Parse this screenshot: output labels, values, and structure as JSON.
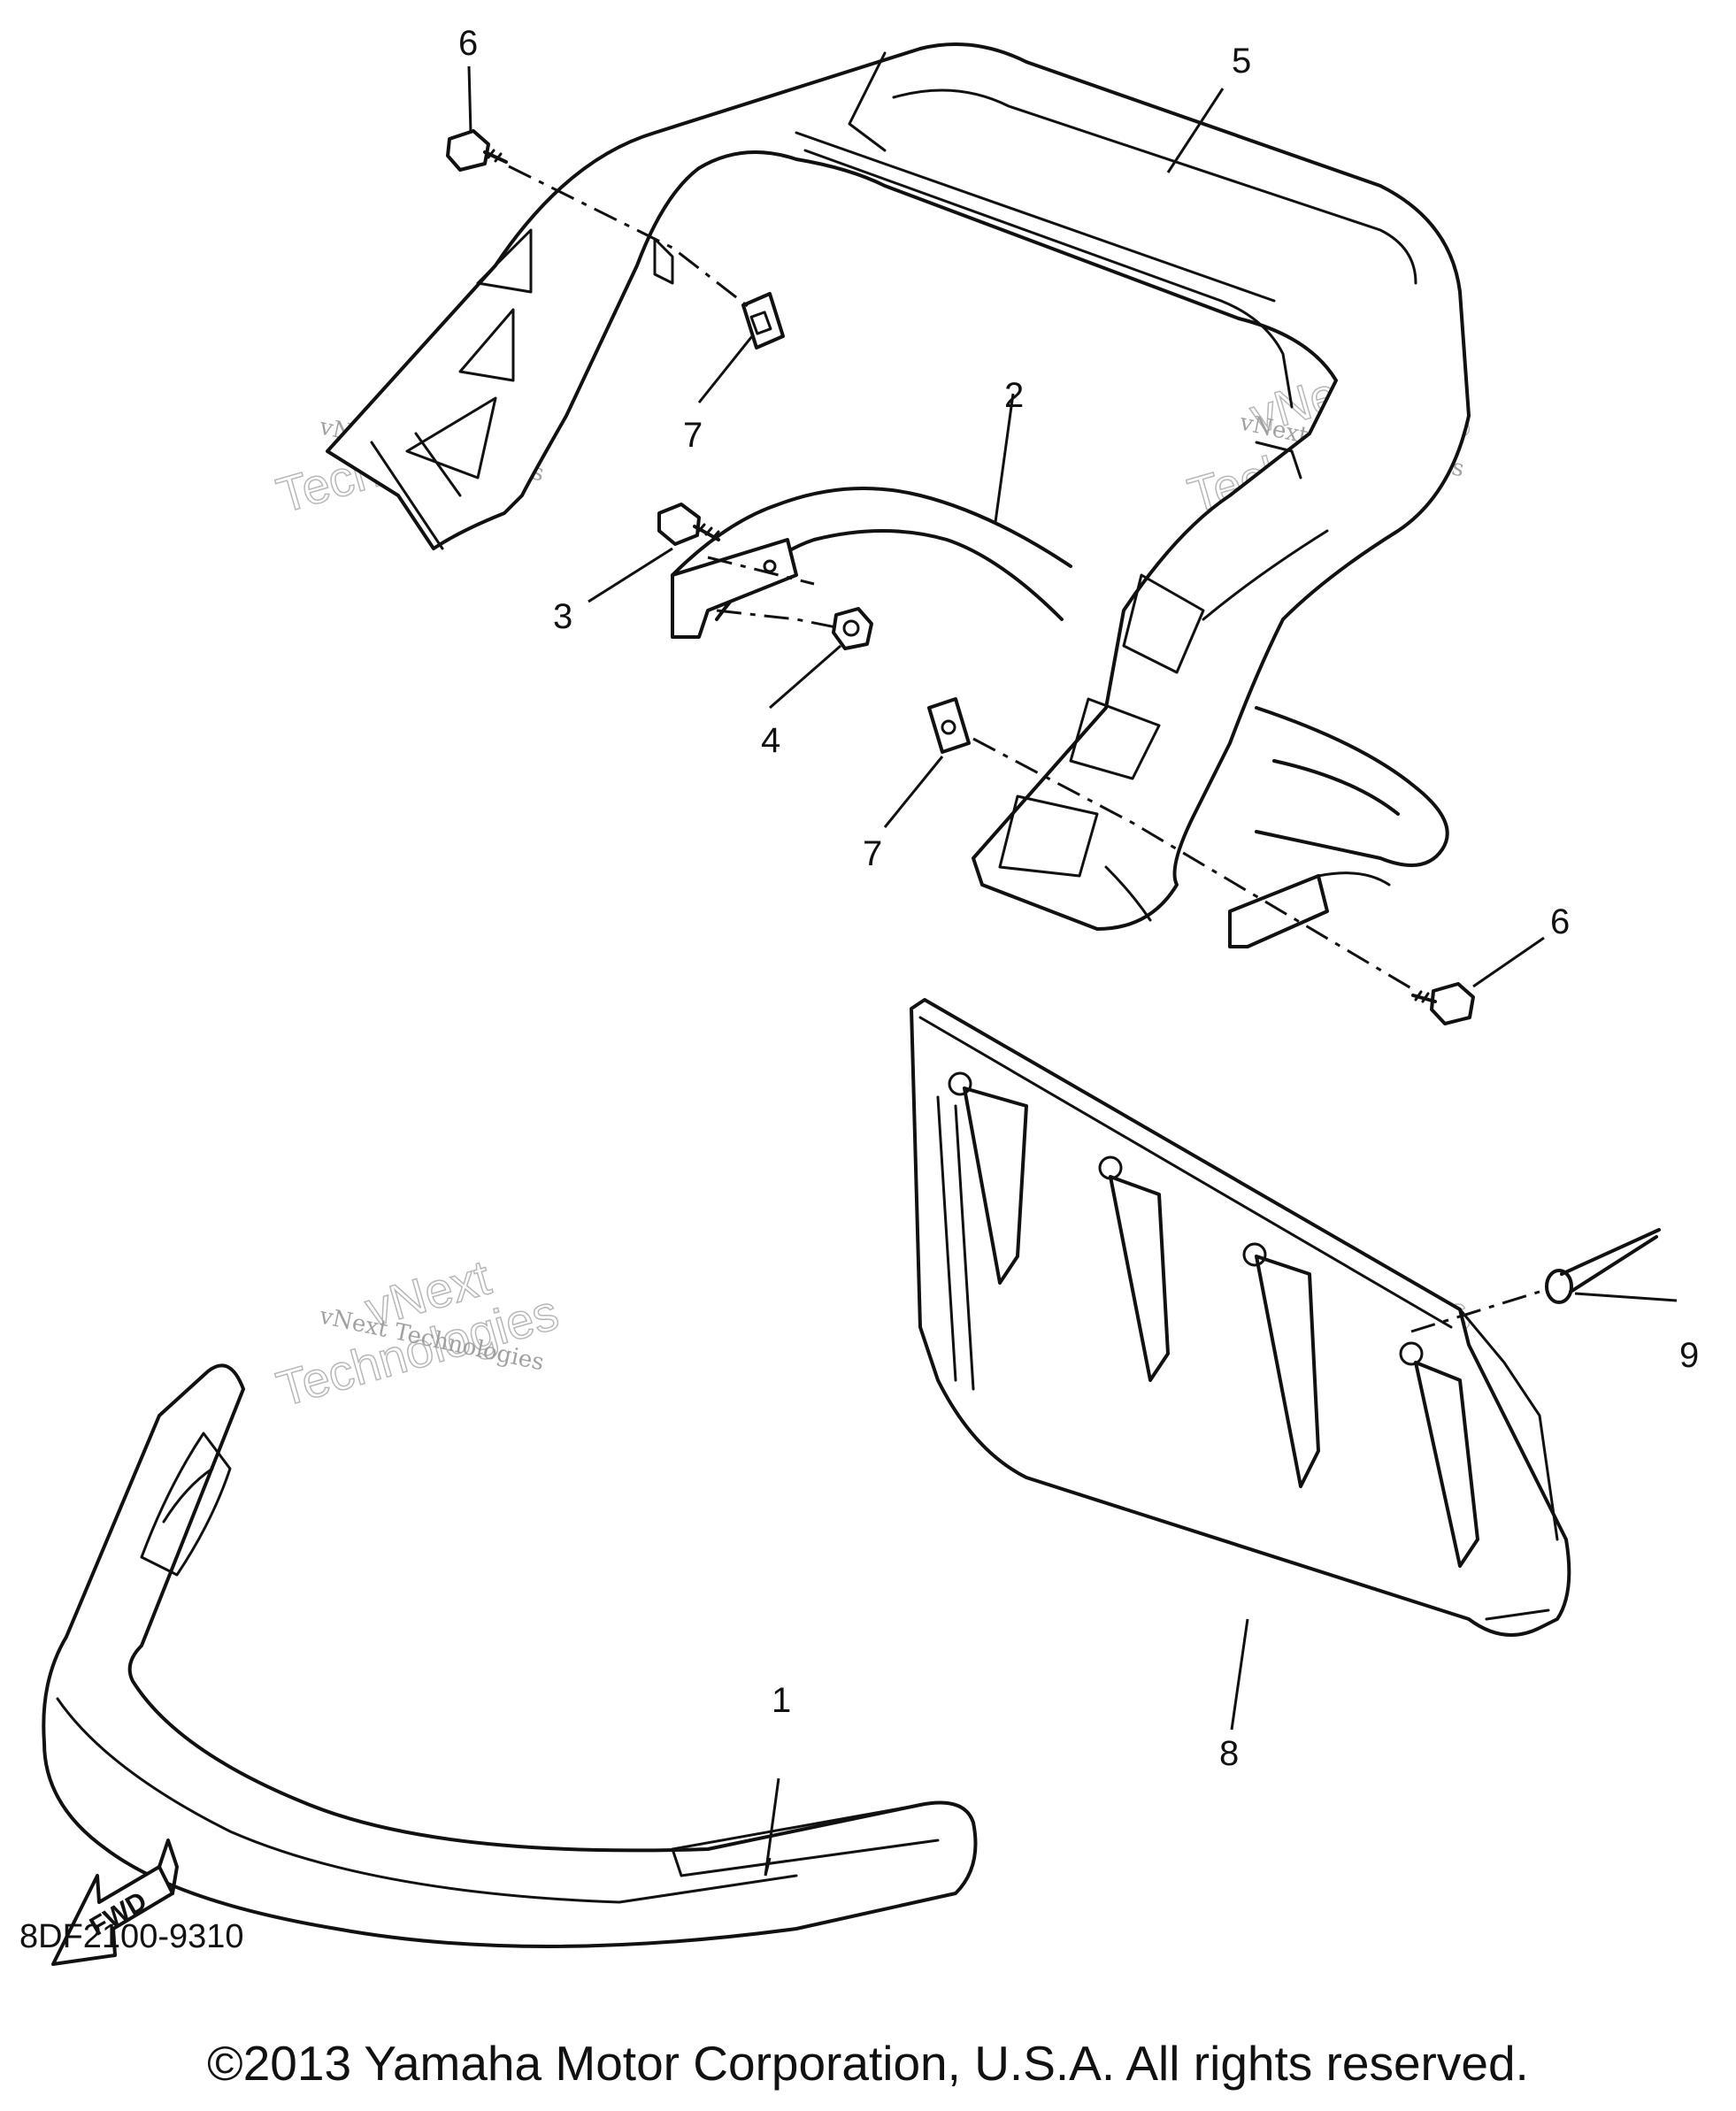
{
  "callouts": {
    "c1": "1",
    "c2": "2",
    "c3": "3",
    "c4": "4",
    "c5": "5",
    "c6a": "6",
    "c6b": "6",
    "c7a": "7",
    "c7b": "7",
    "c8": "8",
    "c9": "9"
  },
  "fwd_label": "FWD",
  "part_number": "8DF2100-9310",
  "copyright": "©2013 Yamaha Motor Corporation, U.S.A. All rights reserved.",
  "watermark": {
    "line1": "vNext Technologies",
    "line2a": "vNext",
    "line2b": "Technologies"
  }
}
